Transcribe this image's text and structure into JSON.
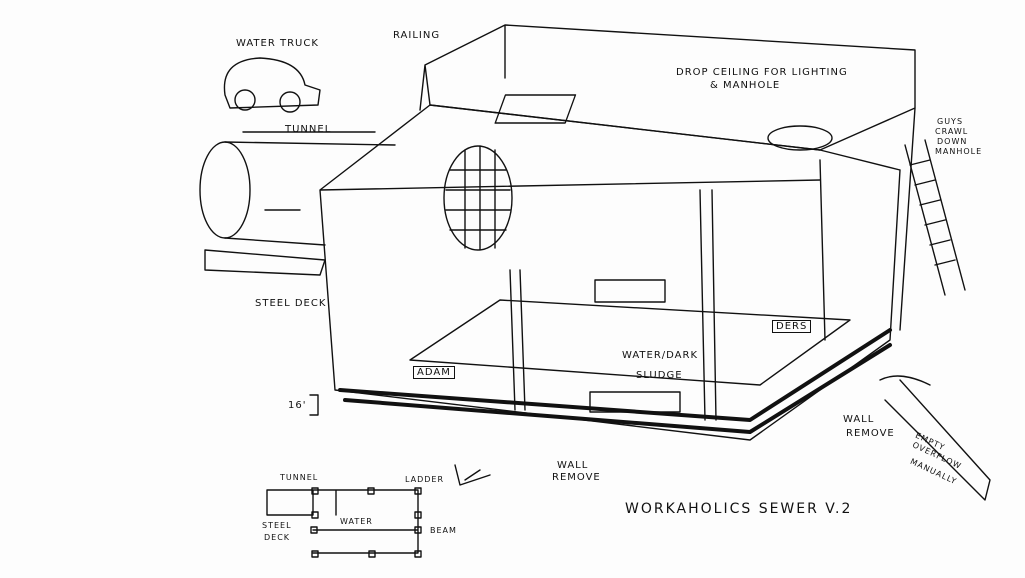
{
  "title": "Workaholics Sewer V.2",
  "labels": {
    "water_truck": "Water Truck",
    "railing": "Railing",
    "tunnel": "Tunnel",
    "steel_deck": "Steel Deck",
    "drop_ceiling": "Drop ceiling for lighting",
    "drop_ceiling_2": "& manhole",
    "guys_crawl": "Guys",
    "guys_crawl_2": "crawl",
    "guys_crawl_3": "down",
    "guys_crawl_4": "manhole",
    "ders": "Ders",
    "adam": "Adam",
    "water_dark": "Water/Dark",
    "sludge": "Sludge",
    "height": "16'",
    "wall_remove_front": "Wall",
    "wall_remove_front_2": "Remove",
    "wall_remove_right": "Wall",
    "wall_remove_right_2": "Remove",
    "empty_overflow": "Empty",
    "empty_overflow_2": "overflow",
    "empty_overflow_3": "manually"
  },
  "plan": {
    "tunnel": "Tunnel",
    "ladder": "Ladder",
    "steel_deck": "Steel",
    "steel_deck_2": "Deck",
    "water": "Water",
    "beam": "Beam"
  }
}
